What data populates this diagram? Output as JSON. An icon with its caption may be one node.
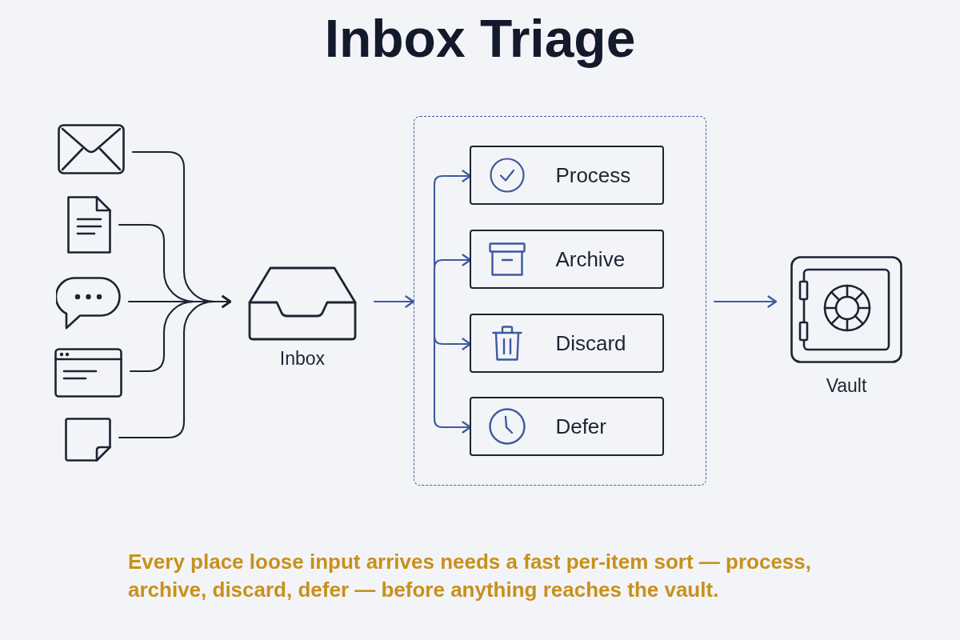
{
  "diagram": {
    "title": "Inbox Triage",
    "caption": "Every place loose input arrives needs a fast per-item sort — process, archive, discard, defer — before anything reaches the vault.",
    "nodes": [
      {
        "text": [],
        "shape": "picture"
      },
      {
        "text": [],
        "shape": "picture"
      },
      {
        "text": [],
        "shape": "picture"
      },
      {
        "text": [],
        "shape": "picture"
      },
      {
        "text": [],
        "shape": "picture"
      },
      {
        "text": [
          "Inbox"
        ]
      },
      {
        "text": [],
        "shape": "box"
      },
      {
        "text": [
          "Process"
        ],
        "in": 6
      },
      {
        "text": [
          "Archive"
        ],
        "in": 6
      },
      {
        "text": [
          "Discard"
        ],
        "in": 6
      },
      {
        "text": [
          "Defer"
        ],
        "in": 6
      },
      {
        "text": [
          "Vault"
        ]
      }
    ],
    "edges": [
      {
        "from": 0,
        "to": 5,
        "arrow": "to",
        "color": "#1b2433"
      },
      {
        "from": 1,
        "to": 5,
        "arrow": "to",
        "color": "#1b2433"
      },
      {
        "from": 2,
        "to": 5,
        "arrow": "to",
        "color": "#1b2433"
      },
      {
        "from": 3,
        "to": 5,
        "arrow": "to",
        "color": "#1b2433"
      },
      {
        "from": 4,
        "to": 5,
        "arrow": "to",
        "color": "#1b2433"
      },
      {
        "from": 5,
        "to": 6,
        "arrow": "to"
      },
      {
        "from": null,
        "to": 7,
        "arrow": "to"
      },
      {
        "from": null,
        "to": 8,
        "arrow": "to"
      },
      {
        "from": null,
        "to": 9,
        "arrow": "to"
      },
      {
        "from": null,
        "to": 10,
        "arrow": "to"
      },
      {
        "from": 6,
        "to": 11,
        "arrow": "to"
      }
    ]
  }
}
